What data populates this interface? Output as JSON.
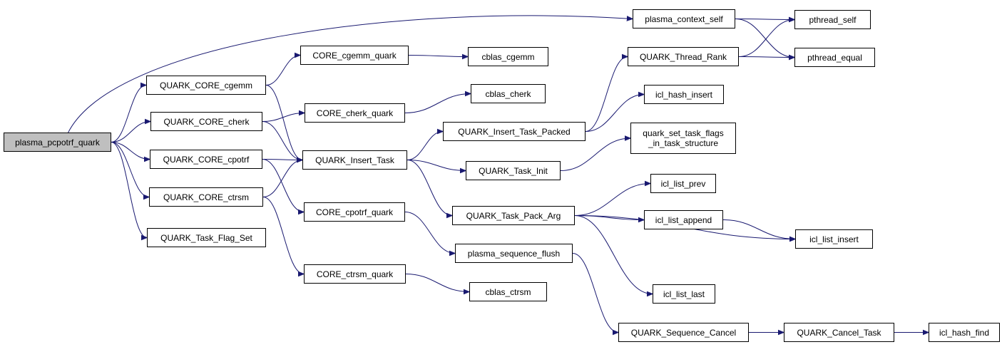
{
  "colors": {
    "edge": "#191970",
    "node_border": "#000000",
    "node_fill": "#ffffff",
    "root_fill": "#bfbfbf"
  },
  "nodes": {
    "plasma_pcpotrf_quark": {
      "label": "plasma_pcpotrf_quark"
    },
    "plasma_context_self": {
      "label": "plasma_context_self"
    },
    "pthread_self": {
      "label": "pthread_self"
    },
    "pthread_equal": {
      "label": "pthread_equal"
    },
    "CORE_cgemm_quark": {
      "label": "CORE_cgemm_quark"
    },
    "cblas_cgemm": {
      "label": "cblas_cgemm"
    },
    "QUARK_CORE_cgemm": {
      "label": "QUARK_CORE_cgemm"
    },
    "QUARK_Thread_Rank": {
      "label": "QUARK_Thread_Rank"
    },
    "cblas_cherk": {
      "label": "cblas_cherk"
    },
    "icl_hash_insert": {
      "label": "icl_hash_insert"
    },
    "CORE_cherk_quark": {
      "label": "CORE_cherk_quark"
    },
    "QUARK_CORE_cherk": {
      "label": "QUARK_CORE_cherk"
    },
    "QUARK_Insert_Task_Packed": {
      "label": "QUARK_Insert_Task_Packed"
    },
    "quark_set_task_flags": {
      "label": "quark_set_task_flags",
      "label2": "_in_task_structure"
    },
    "QUARK_CORE_cpotrf": {
      "label": "QUARK_CORE_cpotrf"
    },
    "QUARK_Insert_Task": {
      "label": "QUARK_Insert_Task"
    },
    "QUARK_Task_Init": {
      "label": "QUARK_Task_Init"
    },
    "icl_list_prev": {
      "label": "icl_list_prev"
    },
    "QUARK_CORE_ctrsm": {
      "label": "QUARK_CORE_ctrsm"
    },
    "CORE_cpotrf_quark": {
      "label": "CORE_cpotrf_quark"
    },
    "QUARK_Task_Pack_Arg": {
      "label": "QUARK_Task_Pack_Arg"
    },
    "icl_list_append": {
      "label": "icl_list_append"
    },
    "QUARK_Task_Flag_Set": {
      "label": "QUARK_Task_Flag_Set"
    },
    "icl_list_insert": {
      "label": "icl_list_insert"
    },
    "plasma_sequence_flush": {
      "label": "plasma_sequence_flush"
    },
    "CORE_ctrsm_quark": {
      "label": "CORE_ctrsm_quark"
    },
    "cblas_ctrsm": {
      "label": "cblas_ctrsm"
    },
    "icl_list_last": {
      "label": "icl_list_last"
    },
    "QUARK_Sequence_Cancel": {
      "label": "QUARK_Sequence_Cancel"
    },
    "QUARK_Cancel_Task": {
      "label": "QUARK_Cancel_Task"
    },
    "icl_hash_find": {
      "label": "icl_hash_find"
    }
  },
  "edges": [
    [
      "plasma_pcpotrf_quark",
      "plasma_context_self"
    ],
    [
      "plasma_pcpotrf_quark",
      "QUARK_CORE_cgemm"
    ],
    [
      "plasma_pcpotrf_quark",
      "QUARK_CORE_cherk"
    ],
    [
      "plasma_pcpotrf_quark",
      "QUARK_CORE_cpotrf"
    ],
    [
      "plasma_pcpotrf_quark",
      "QUARK_CORE_ctrsm"
    ],
    [
      "plasma_pcpotrf_quark",
      "QUARK_Task_Flag_Set"
    ],
    [
      "plasma_context_self",
      "pthread_self"
    ],
    [
      "plasma_context_self",
      "pthread_equal"
    ],
    [
      "QUARK_CORE_cgemm",
      "CORE_cgemm_quark"
    ],
    [
      "QUARK_CORE_cgemm",
      "QUARK_Insert_Task"
    ],
    [
      "CORE_cgemm_quark",
      "cblas_cgemm"
    ],
    [
      "QUARK_CORE_cherk",
      "CORE_cherk_quark"
    ],
    [
      "QUARK_CORE_cherk",
      "QUARK_Insert_Task"
    ],
    [
      "CORE_cherk_quark",
      "cblas_cherk"
    ],
    [
      "QUARK_CORE_cpotrf",
      "QUARK_Insert_Task"
    ],
    [
      "QUARK_CORE_cpotrf",
      "CORE_cpotrf_quark"
    ],
    [
      "QUARK_CORE_ctrsm",
      "QUARK_Insert_Task"
    ],
    [
      "QUARK_CORE_ctrsm",
      "CORE_ctrsm_quark"
    ],
    [
      "CORE_ctrsm_quark",
      "cblas_ctrsm"
    ],
    [
      "QUARK_Insert_Task",
      "QUARK_Insert_Task_Packed"
    ],
    [
      "QUARK_Insert_Task",
      "QUARK_Task_Init"
    ],
    [
      "QUARK_Insert_Task",
      "QUARK_Task_Pack_Arg"
    ],
    [
      "QUARK_Insert_Task_Packed",
      "QUARK_Thread_Rank"
    ],
    [
      "QUARK_Insert_Task_Packed",
      "icl_hash_insert"
    ],
    [
      "QUARK_Thread_Rank",
      "pthread_self"
    ],
    [
      "QUARK_Thread_Rank",
      "pthread_equal"
    ],
    [
      "QUARK_Task_Init",
      "quark_set_task_flags"
    ],
    [
      "QUARK_Task_Pack_Arg",
      "icl_list_prev"
    ],
    [
      "QUARK_Task_Pack_Arg",
      "icl_list_append"
    ],
    [
      "QUARK_Task_Pack_Arg",
      "icl_list_insert"
    ],
    [
      "QUARK_Task_Pack_Arg",
      "icl_list_last"
    ],
    [
      "icl_list_append",
      "icl_list_insert"
    ],
    [
      "CORE_cpotrf_quark",
      "plasma_sequence_flush"
    ],
    [
      "plasma_sequence_flush",
      "QUARK_Sequence_Cancel"
    ],
    [
      "QUARK_Sequence_Cancel",
      "QUARK_Cancel_Task"
    ],
    [
      "QUARK_Cancel_Task",
      "icl_hash_find"
    ]
  ]
}
